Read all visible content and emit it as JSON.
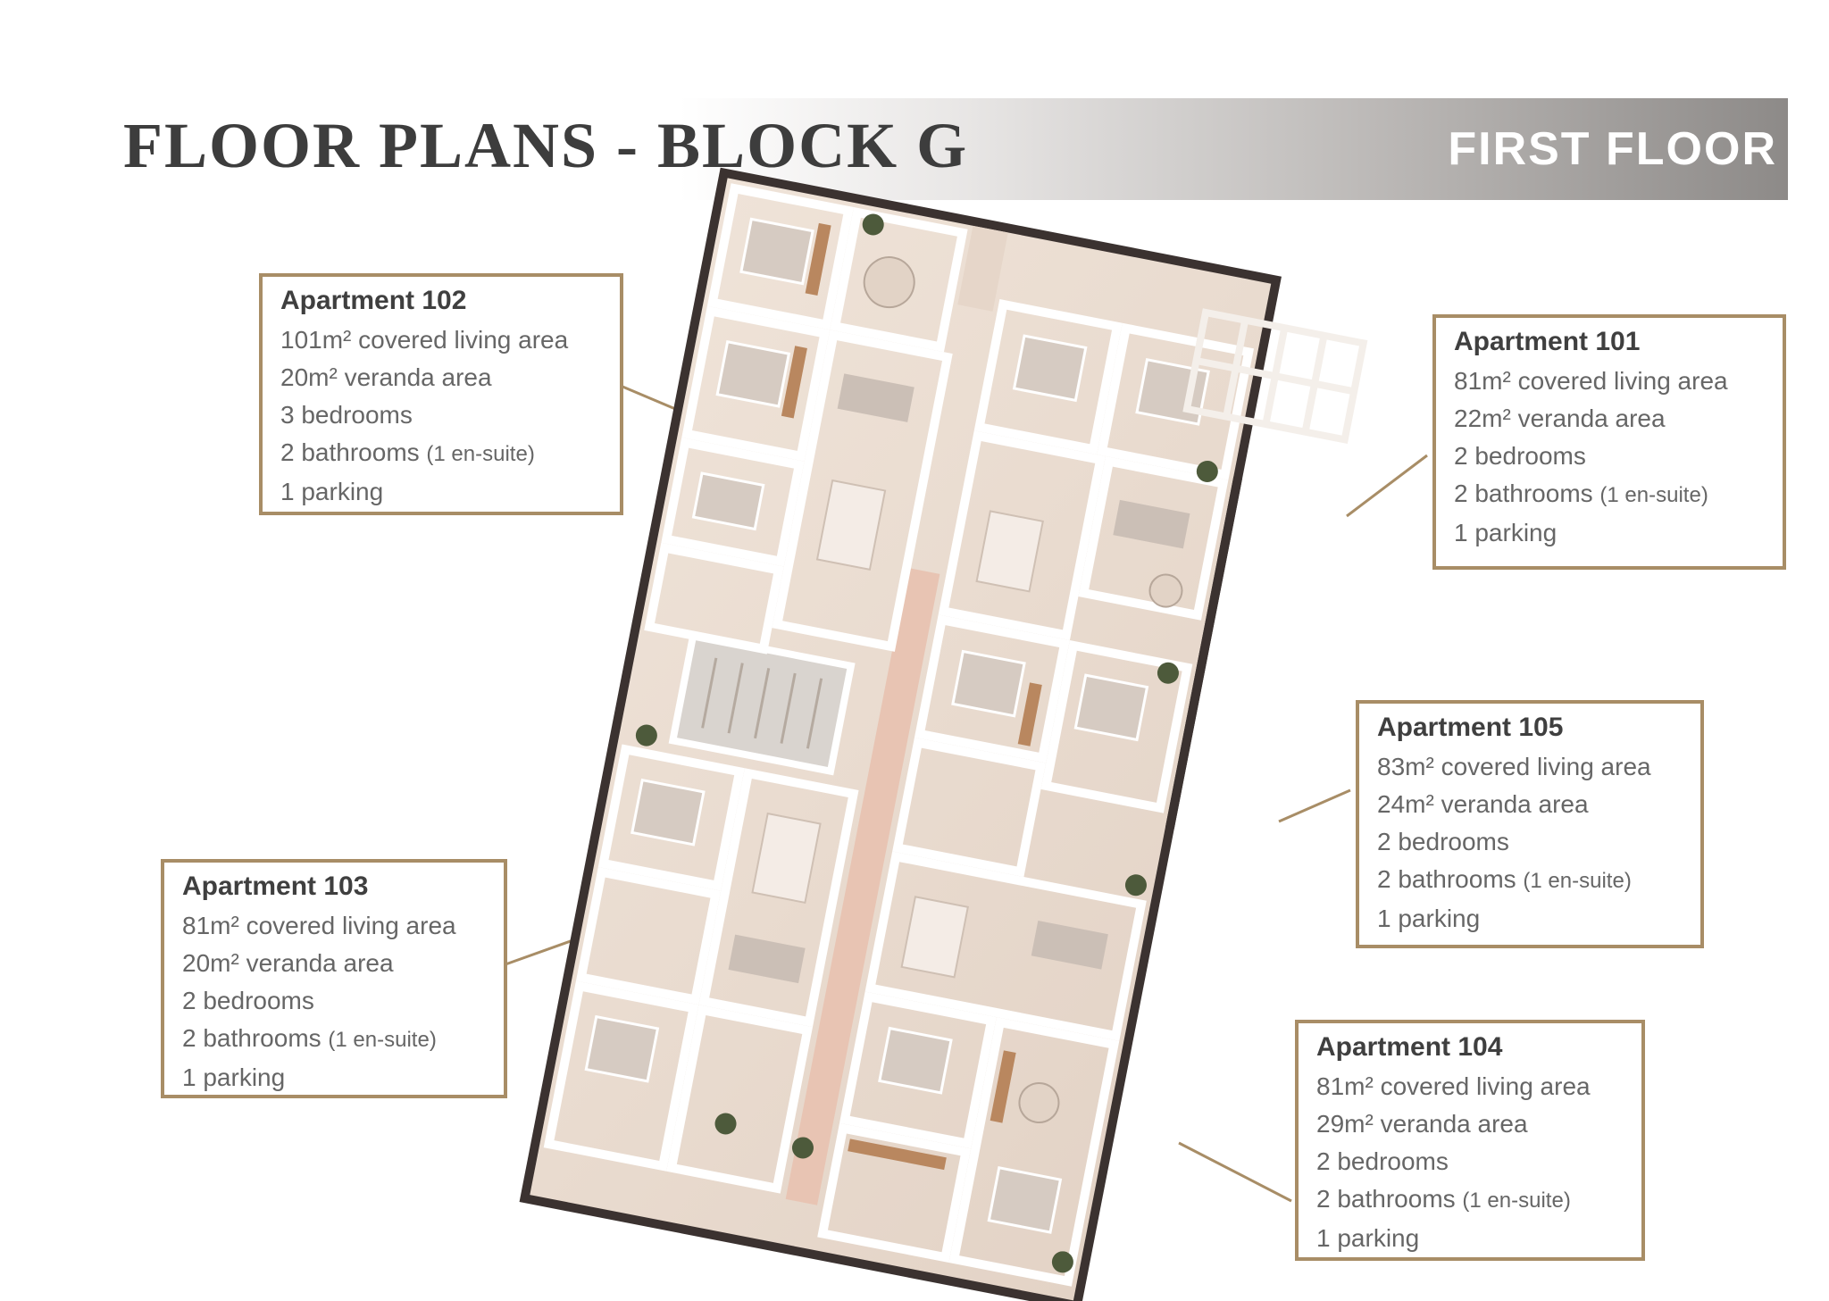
{
  "header": {
    "title": "FLOOR PLANS - BLOCK G",
    "floor": "FIRST FLOOR"
  },
  "colors": {
    "accent_gold": "#a88d66",
    "title_text": "#3d3d3d"
  },
  "apartments": [
    {
      "name": "Apartment 102",
      "covered": "101m² covered living area",
      "veranda": "20m² veranda area",
      "bedrooms": "3 bedrooms",
      "bathrooms": "2 bathrooms",
      "ensuite": "(1 en-suite)",
      "parking": "1 parking"
    },
    {
      "name": "Apartment 101",
      "covered": "81m² covered living area",
      "veranda": "22m² veranda area",
      "bedrooms": "2 bedrooms",
      "bathrooms": "2 bathrooms",
      "ensuite": "(1 en-suite)",
      "parking": "1 parking"
    },
    {
      "name": "Apartment 105",
      "covered": "83m² covered living area",
      "veranda": "24m² veranda area",
      "bedrooms": "2 bedrooms",
      "bathrooms": "2 bathrooms",
      "ensuite": "(1 en-suite)",
      "parking": "1 parking"
    },
    {
      "name": "Apartment 103",
      "covered": "81m² covered living area",
      "veranda": "20m² veranda area",
      "bedrooms": "2 bedrooms",
      "bathrooms": "2 bathrooms",
      "ensuite": "(1 en-suite)",
      "parking": "1 parking"
    },
    {
      "name": "Apartment 104",
      "covered": "81m² covered living area",
      "veranda": "29m² veranda area",
      "bedrooms": "2 bedrooms",
      "bathrooms": "2 bathrooms",
      "ensuite": "(1 en-suite)",
      "parking": "1 parking"
    }
  ]
}
